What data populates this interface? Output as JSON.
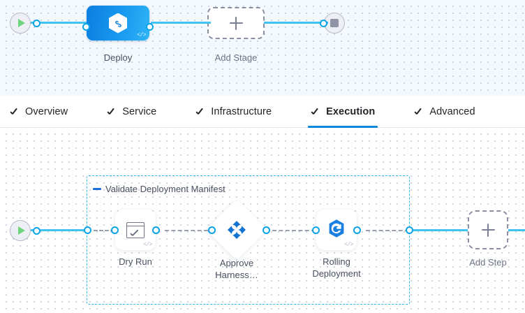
{
  "colors": {
    "accent_blue": "#0a85d9",
    "link_cyan": "#40c3f2",
    "port_ring": "#0aa3e8",
    "group_border": "#33b8ef",
    "stage_gradient_from": "#0b7fe0",
    "stage_gradient_to": "#2fb4f5",
    "canvas_top_bg": "#f4f9fd",
    "canvas_bottom_bg": "#ffffff",
    "dot_grid": "#c3d0dd",
    "start_icon_green": "#6fd47e",
    "stop_icon_gray": "#8f93a6",
    "dashed_link_gray": "#9aa0b0",
    "text_primary": "#22242a",
    "text_muted": "#4a5061"
  },
  "stage_canvas": {
    "start_node": {
      "name": "pipeline-start",
      "icon": "play-icon"
    },
    "end_node": {
      "name": "pipeline-end",
      "icon": "stop-icon"
    },
    "stages": [
      {
        "label": "Deploy",
        "type": "deployment",
        "icon": "harness-deploy-hexagon-icon",
        "code_badge": "</>",
        "selected": true
      }
    ],
    "add_stage": {
      "label": "Add Stage",
      "icon": "plus-icon"
    }
  },
  "tabs": {
    "items": [
      {
        "label": "Overview",
        "icon": "check-icon",
        "active": false
      },
      {
        "label": "Service",
        "icon": "check-icon",
        "active": false
      },
      {
        "label": "Infrastructure",
        "icon": "check-icon",
        "active": false
      },
      {
        "label": "Execution",
        "icon": "check-icon",
        "active": true
      },
      {
        "label": "Advanced",
        "icon": "check-icon",
        "active": false
      }
    ]
  },
  "execution_canvas": {
    "start_node": {
      "name": "execution-start",
      "icon": "play-icon"
    },
    "step_group": {
      "label": "Validate Deployment Manifest",
      "collapse_icon": "collapse-minus-icon",
      "expanded": true
    },
    "steps": [
      {
        "label": "Dry Run",
        "shape": "rounded-square",
        "icon": "script-check-icon",
        "code_badge": "</>"
      },
      {
        "label": "Approve\nHarness…",
        "shape": "diamond",
        "icon": "harness-approval-icon",
        "code_badge": ""
      },
      {
        "label": "Rolling\nDeployment",
        "shape": "rounded-square",
        "icon": "rolling-deployment-icon",
        "code_badge": "</>"
      }
    ],
    "add_step": {
      "label": "Add Step",
      "icon": "plus-icon"
    }
  }
}
